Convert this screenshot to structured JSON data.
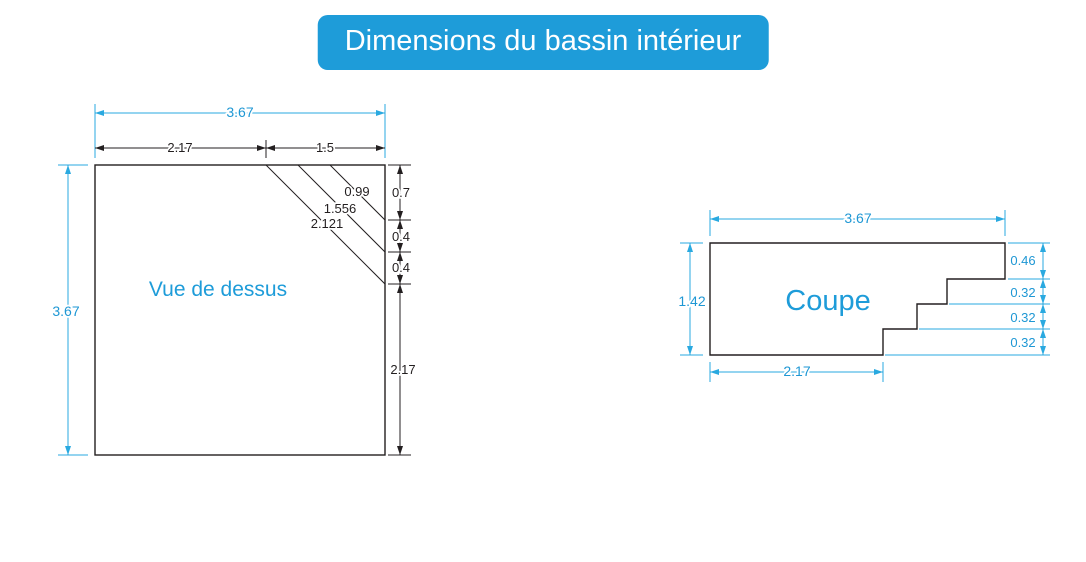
{
  "title": "Dimensions du bassin intérieur",
  "colors": {
    "accent_blue": "#1e9cd9",
    "dimension_blue": "#29a9e0",
    "drawing_black": "#231f20"
  },
  "top_view": {
    "label": "Vue de dessus",
    "dim_width_total": "3.67",
    "dim_width_left": "2.17",
    "dim_width_right": "1.5",
    "dim_height_total": "3.67",
    "diagonals": [
      "0.99",
      "1.556",
      "2.121"
    ],
    "right_segments": [
      "0.7",
      "0.4",
      "0.4",
      "2.17"
    ]
  },
  "section_view": {
    "label": "Coupe",
    "dim_width_top": "3.67",
    "dim_height_left": "1.42",
    "dim_width_bottom": "2.17",
    "step_heights": [
      "0.46",
      "0.32",
      "0.32",
      "0.32"
    ]
  }
}
